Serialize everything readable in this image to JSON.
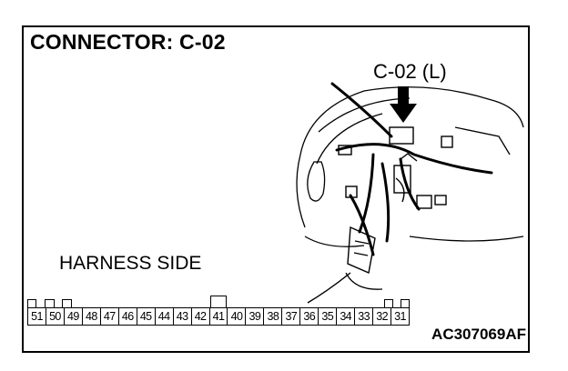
{
  "title": "CONNECTOR: C-02",
  "callout_label": "C-02 (L)",
  "harness_label": "HARNESS SIDE",
  "figure_code": "AC307069AF",
  "pins": [
    "51",
    "50",
    "49",
    "48",
    "47",
    "46",
    "45",
    "44",
    "43",
    "42",
    "41",
    "40",
    "39",
    "38",
    "37",
    "36",
    "35",
    "34",
    "33",
    "32",
    "31"
  ]
}
